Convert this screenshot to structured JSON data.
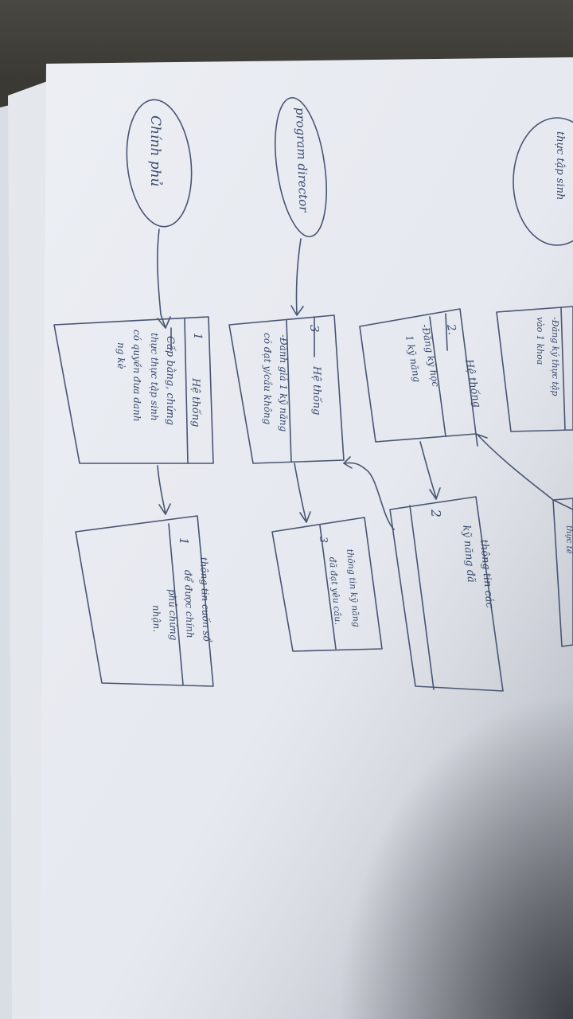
{
  "photo": {
    "subject": "handwritten flowchart on paper"
  },
  "nodes": [
    {
      "id": "actor-chinh-phu",
      "kind": "ellipse",
      "text": "Chính phủ"
    },
    {
      "id": "actor-program-director",
      "kind": "ellipse",
      "text": "program director"
    },
    {
      "id": "actor-thuc-tap-sinh",
      "kind": "ellipse",
      "text": "Thực tập sinh"
    }
  ],
  "boxes": [
    {
      "id": "box-1-he-thong",
      "number": "1",
      "header": "Hệ thống",
      "body": [
        "Cấp bằng, chứng",
        "thực thực tập sinh",
        "có quyền đưa danh",
        "ng kè"
      ]
    },
    {
      "id": "box-3-he-thong",
      "number": "3",
      "header": "Hệ thống",
      "body": [
        "-Đánh giá 1 kỹ năng",
        "có đạt y/cầu không"
      ]
    },
    {
      "id": "box-2-he-thong",
      "number": "2.",
      "header": "Hệ thống",
      "body": [
        "-Đăng ký học",
        "1 kỹ năng"
      ]
    },
    {
      "id": "box-top-right",
      "number": "",
      "header": "",
      "body": [
        "-Đăng ký thực tập",
        "vào 1 khoa"
      ]
    },
    {
      "id": "store-1",
      "number": "1",
      "body": [
        "thông tin cuốn sổ",
        "để được chính",
        "phủ chứng",
        "nhận."
      ]
    },
    {
      "id": "store-3",
      "number": "3",
      "body": [
        "thông tin kỹ năng",
        "đã đạt yêu cầu."
      ]
    },
    {
      "id": "store-2",
      "number": "2",
      "body": [
        "thông tin các",
        "kỹ năng đã"
      ]
    }
  ],
  "partial_text": {
    "top_right_ellipse": "thực tập sinh",
    "right_edge_box": "thực tế"
  }
}
